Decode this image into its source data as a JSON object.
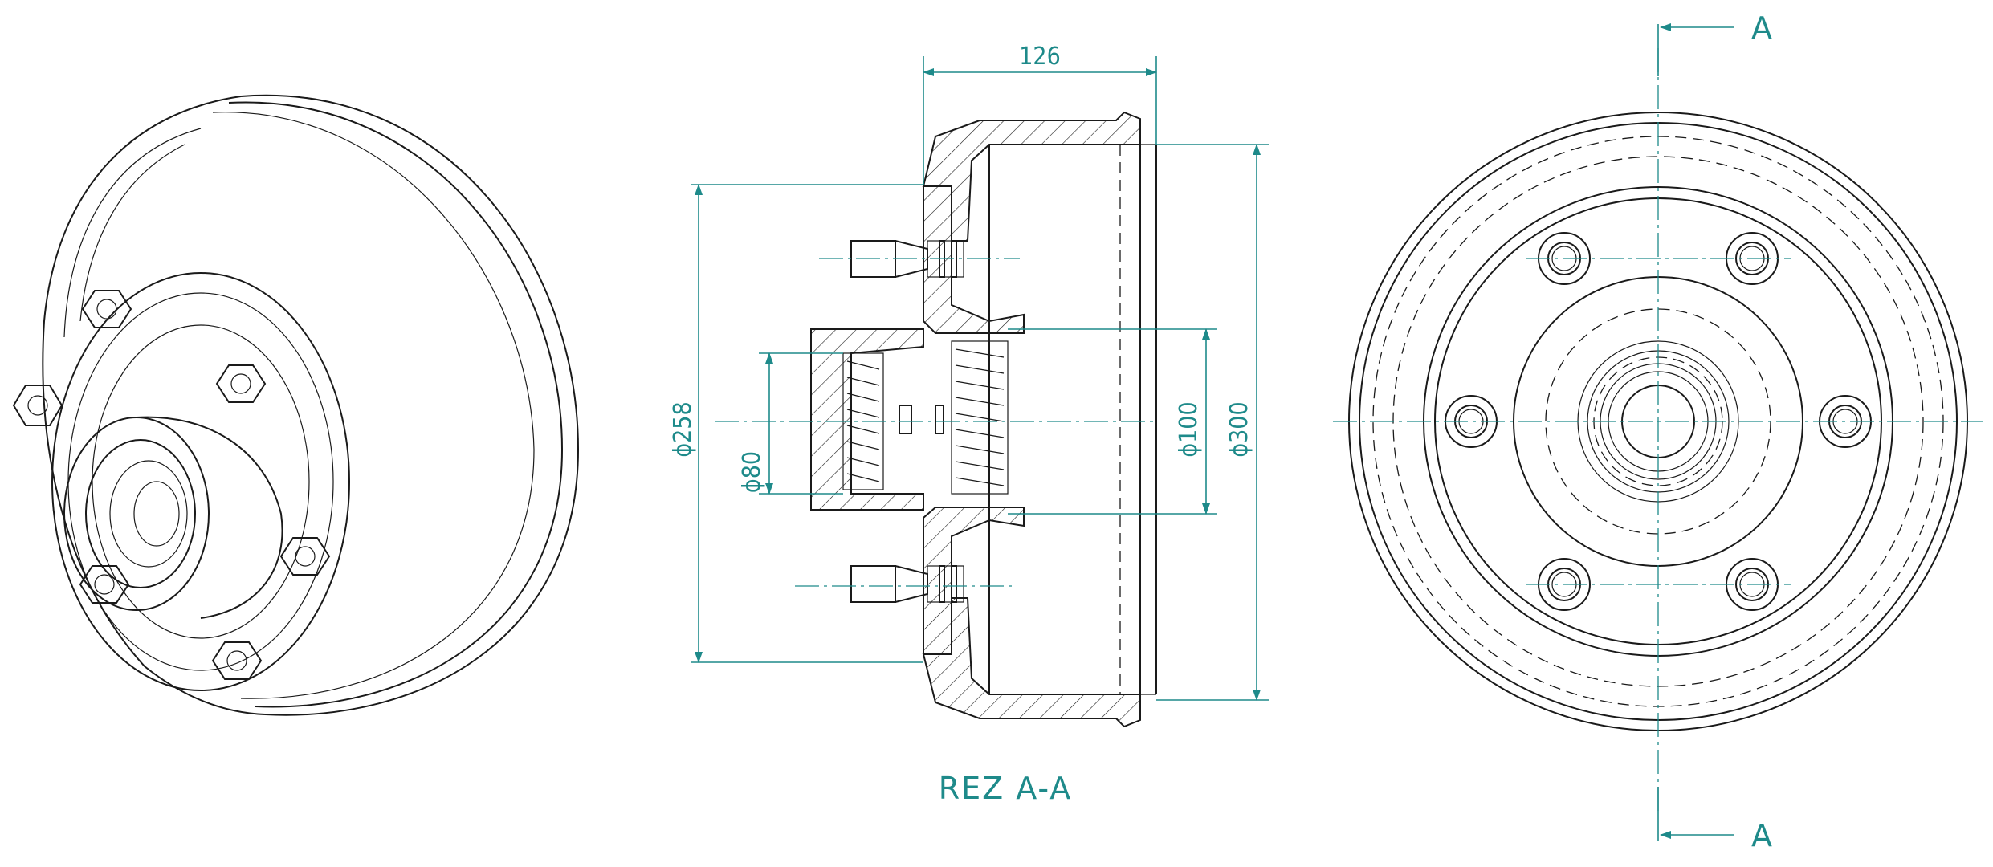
{
  "section_view": {
    "dim_width": "126",
    "dim_dia_258": "ϕ258",
    "dim_dia_80": "ϕ80",
    "dim_dia_100": "ϕ100",
    "dim_dia_300": "ϕ300",
    "caption": "REZ A-A"
  },
  "front_view": {
    "cut_label_top": "A",
    "cut_label_bottom": "A"
  },
  "colors": {
    "line": "#1a1a1a",
    "dimension": "#1e8a8a"
  }
}
